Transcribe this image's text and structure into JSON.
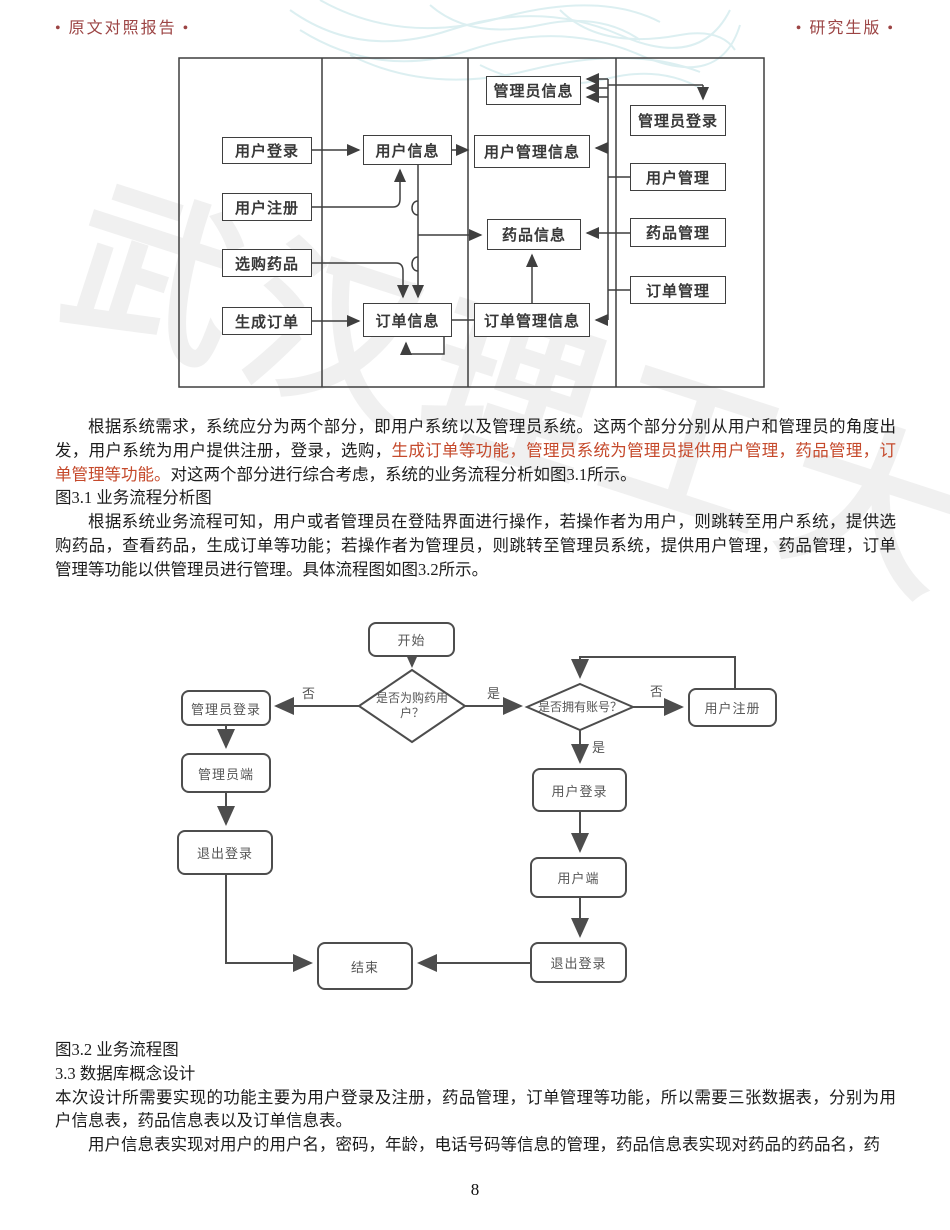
{
  "header": {
    "left": "• 原文对照报告 •",
    "right": "• 研究生版 •"
  },
  "watermark": "武汉理工大学",
  "colors": {
    "header_red": "#9c4444",
    "accent_red": "#c5492b",
    "diagram_stroke": "#3f3f3f",
    "flowchart_stroke": "#4d4d4d"
  },
  "figure31": {
    "nodes": {
      "user_login": "用户登录",
      "user_register": "用户注册",
      "select_drug": "选购药品",
      "create_order": "生成订单",
      "user_info": "用户信息",
      "order_info": "订单信息",
      "admin_info": "管理员信息",
      "user_mgmt_info": "用户管理信息",
      "drug_info": "药品信息",
      "order_mgmt_info": "订单管理信息",
      "admin_login": "管理员登录",
      "user_mgmt": "用户管理",
      "drug_mgmt": "药品管理",
      "order_mgmt": "订单管理"
    }
  },
  "text": {
    "p1_part1": "根据系统需求，系统应分为两个部分，即用户系统以及管理员系统。这两个部分分别从用户和管理员的角度出发，用户系统为用户提供注册，登录，选购，",
    "p1_red": "生成订单等功能，管理员系统为管理员提供用户管理，药品管理，订单管理等功能。",
    "p1_part3": "对这两个部分进行综合考虑，系统的业务流程分析如图3.1所示。",
    "caption31": "图3.1 业务流程分析图",
    "p2": "根据系统业务流程可知，用户或者管理员在登陆界面进行操作，若操作者为用户，则跳转至用户系统，提供选购药品，查看药品，生成订单等功能；若操作者为管理员，则跳转至管理员系统，提供用户管理，药品管理，订单管理等功能以供管理员进行管理。具体流程图如图3.2所示。",
    "caption32": "图3.2 业务流程图",
    "heading33": "3.3 数据库概念设计",
    "p3": "本次设计所需要实现的功能主要为用户登录及注册，药品管理，订单管理等功能，所以需要三张数据表，分别为用户信息表，药品信息表以及订单信息表。",
    "p4": "用户信息表实现对用户的用户名，密码，年龄，电话号码等信息的管理，药品信息表实现对药品的药品名，药"
  },
  "figure32": {
    "nodes": {
      "start": "开始",
      "is_buyer": "是否为购药用户？",
      "admin_login": "管理员登录",
      "admin_client": "管理员端",
      "logout_left": "退出登录",
      "has_account": "是否拥有账号？",
      "user_register": "用户注册",
      "user_login": "用户登录",
      "user_client": "用户端",
      "logout_right": "退出登录",
      "end": "结束"
    },
    "edge_labels": {
      "no1": "否",
      "yes1": "是",
      "no2": "否",
      "yes2": "是"
    }
  },
  "page_number": "8"
}
